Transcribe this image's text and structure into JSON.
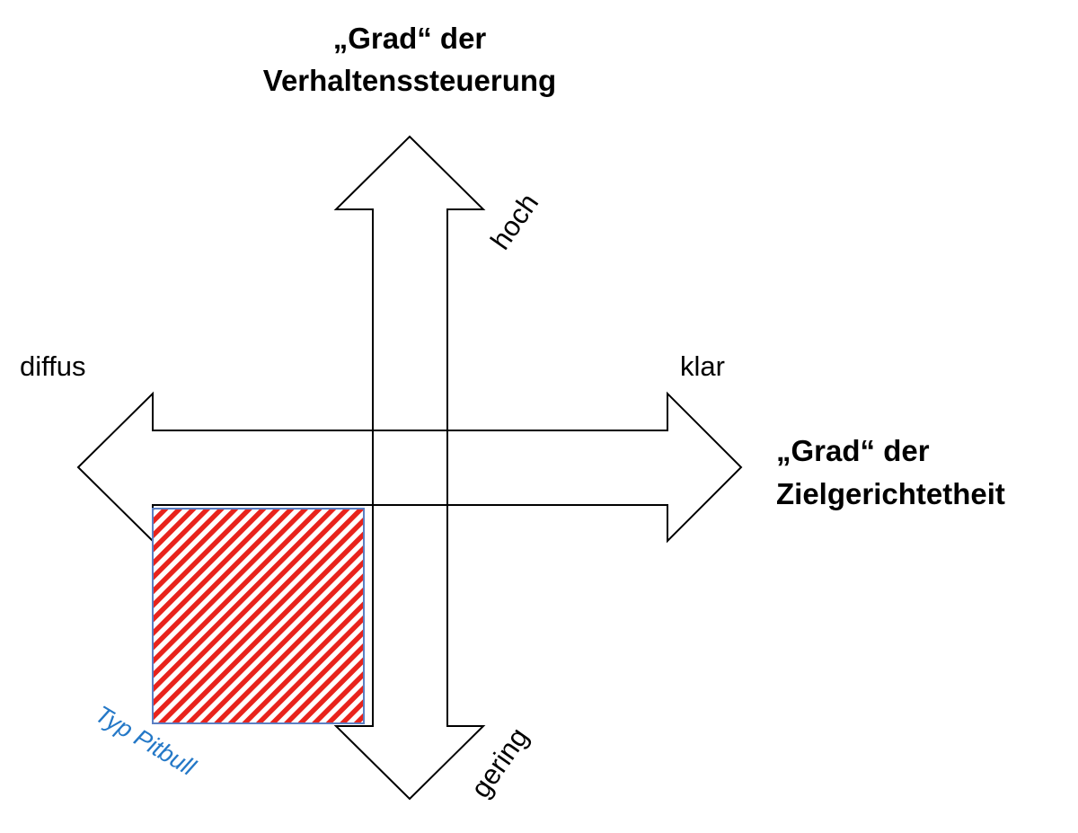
{
  "vertical_axis": {
    "title_line1": "„Grad“ der",
    "title_line2": "Verhaltenssteuerung",
    "high_label": "hoch",
    "low_label": "gering"
  },
  "horizontal_axis": {
    "title_line1": "„Grad“ der",
    "title_line2": "Zielgerichtetheit",
    "left_label": "diffus",
    "right_label": "klar"
  },
  "highlighted_region": {
    "label": "Typ Pitbull",
    "stripe_color_1": "#e8231c",
    "stripe_color_2": "#ffffff",
    "border_color": "#5b7fc4",
    "label_color": "#2478c7"
  },
  "colors": {
    "arrow_stroke": "#000000",
    "arrow_fill": "#ffffff"
  }
}
